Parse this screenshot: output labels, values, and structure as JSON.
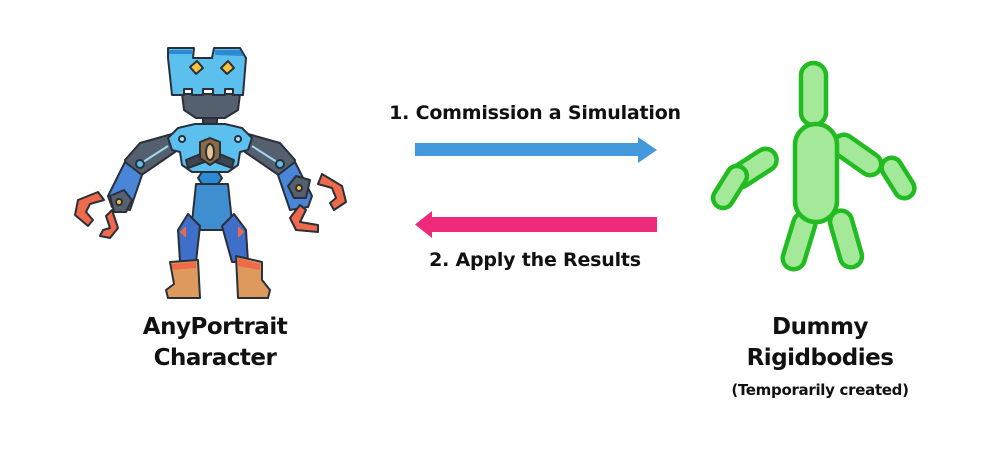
{
  "left_entity": {
    "line1": "AnyPortrait",
    "line2": "Character",
    "illustration": "robot-character-icon"
  },
  "right_entity": {
    "line1": "Dummy",
    "line2": "Rigidbodies",
    "note": "(Temporarily created)",
    "illustration": "ragdoll-rigidbody-icon"
  },
  "steps": [
    {
      "label": "1. Commission a Simulation",
      "direction": "right",
      "color": "#4499dd"
    },
    {
      "label": "2. Apply the Results",
      "direction": "left",
      "color": "#ee2a7b"
    }
  ],
  "colors": {
    "rigidbody_fill": "#a4e89a",
    "rigidbody_stroke": "#22bb22",
    "robot_light_blue": "#5cc0ee",
    "robot_dark_gray": "#55606e",
    "robot_blue": "#4a86d8",
    "robot_claw": "#ee6a4a",
    "robot_boot": "#dd9a5c"
  }
}
